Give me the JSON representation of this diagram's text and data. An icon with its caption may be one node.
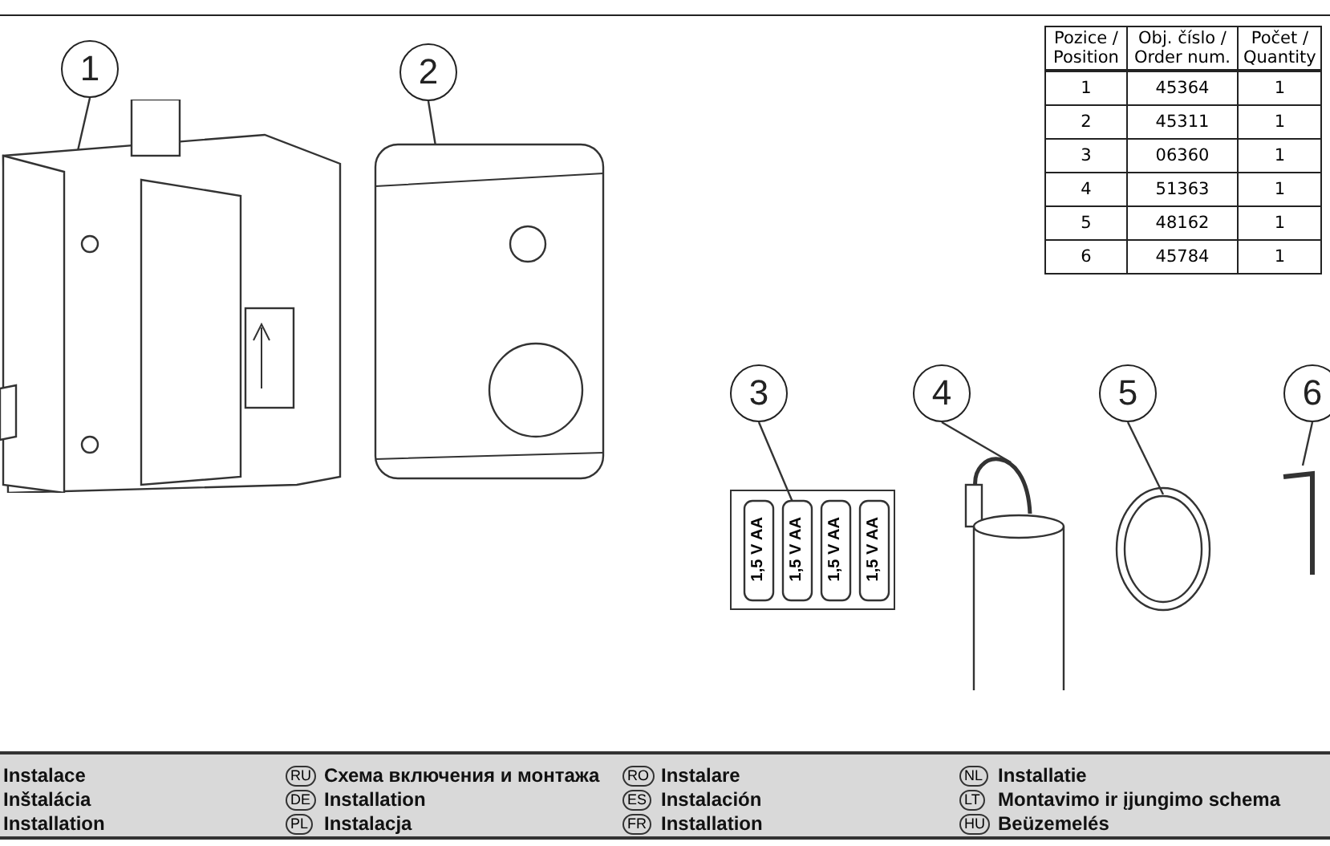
{
  "diagram": {
    "nodes": [
      {
        "text": [
          "1"
        ]
      },
      {
        "text": [
          "2"
        ]
      },
      {
        "text": [
          "3"
        ]
      },
      {
        "text": [
          "4"
        ]
      },
      {
        "text": [
          "5"
        ]
      },
      {
        "text": [
          "6"
        ]
      },
      {
        "text": [],
        "shape": "picture"
      },
      {
        "text": [],
        "shape": "picture"
      },
      {
        "text": [
          "1,5 V AA",
          "1,5 V AA",
          "1,5 V AA",
          "1,5 V AA"
        ]
      },
      {
        "text": [],
        "shape": "picture"
      },
      {
        "text": [],
        "shape": "picture"
      },
      {
        "text": [],
        "shape": "picture"
      }
    ],
    "edges": [
      {
        "from": 0,
        "to": 6,
        "arrow": "none"
      },
      {
        "from": 1,
        "to": 7,
        "arrow": "none"
      },
      {
        "from": 2,
        "to": 8,
        "arrow": "none"
      },
      {
        "from": 3,
        "to": 9,
        "arrow": "none"
      },
      {
        "from": 4,
        "to": 10,
        "arrow": "none"
      },
      {
        "from": 5,
        "to": 11,
        "arrow": "none"
      }
    ],
    "labels": [
      "Pozice / Position",
      "Obj. číslo / Order num.",
      "Počet / Quantity",
      "1",
      "45364",
      "1",
      "2",
      "45311",
      "1",
      "3",
      "06360",
      "1",
      "4",
      "51363",
      "1",
      "5",
      "48162",
      "1",
      "6",
      "45784",
      "1",
      "Instalace",
      "RU",
      "Схема включения и монтажа",
      "RO",
      "Instalare",
      "NL",
      "Installatie",
      "Inštalácia",
      "DE",
      "Installation",
      "ES",
      "Instalación",
      "LT",
      "Montavimo ir įjungimo schema",
      "Installation",
      "PL",
      "Instalacja",
      "FR",
      "Installation",
      "HU",
      "Beüzemelés"
    ]
  }
}
